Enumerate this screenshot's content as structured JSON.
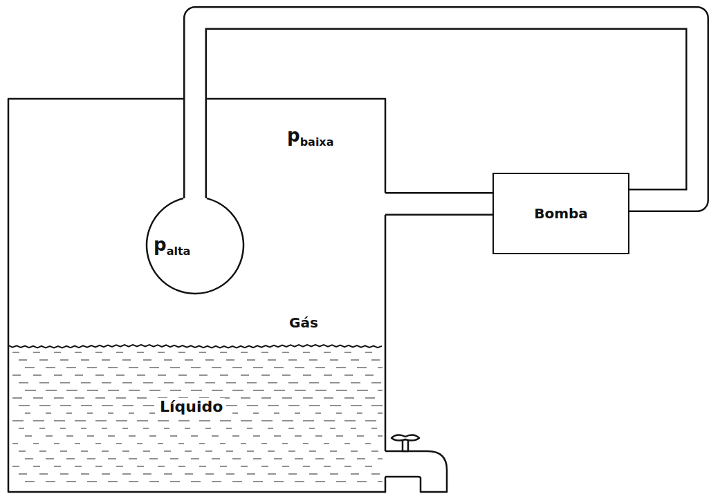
{
  "diagram": {
    "nodes": [
      {
        "text": [
          "p",
          "baixa",
          "Gás"
        ]
      },
      {
        "text": [
          "p",
          "alta"
        ],
        "in": 0
      },
      {
        "text": [
          "Líquido"
        ],
        "in": 0
      },
      {
        "text": [
          "Bomba"
        ]
      }
    ],
    "edges": [
      {
        "from": 1,
        "to": 3,
        "arrow": "none"
      },
      {
        "from": 0,
        "to": 3,
        "arrow": "none"
      }
    ]
  }
}
